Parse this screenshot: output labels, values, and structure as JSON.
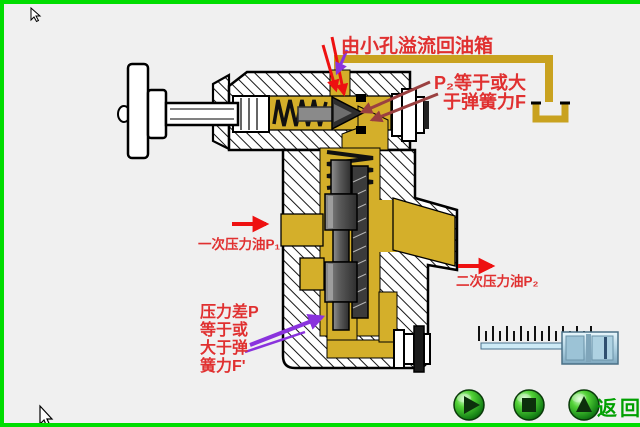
{
  "frame": {
    "border_color": "#00dd00",
    "background": "#f0f0f0"
  },
  "annotations": {
    "overflow_note": "由小孔溢流回油箱",
    "pilot_note": [
      "P₂等于或大",
      "于弹簧力F"
    ],
    "inlet_label": "一次压力油P₁",
    "outlet_label": "二次压力油P₂",
    "pressure_note": [
      "压力差P",
      "等于或",
      "大于弹",
      "簧力F'"
    ]
  },
  "toolbar": {
    "back_label": "返回"
  },
  "colors": {
    "oil_yellow": "#d4af2a",
    "pipe_yellow": "#c9a21f",
    "arrow_red": "#ee1111",
    "note_red": "#e03030",
    "arrow_purple": "#8a33dd",
    "arrow_brown": "#9a4040",
    "button_green": "#22aa22",
    "back_green": "#00a000",
    "slider_blue": "#b9d9e8"
  }
}
